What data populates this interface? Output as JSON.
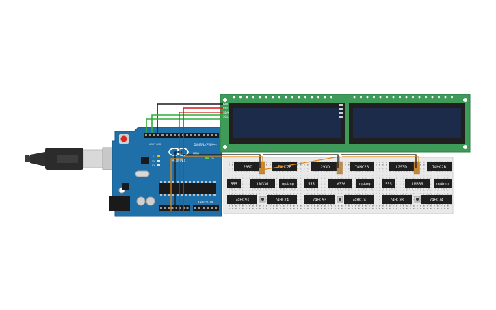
{
  "arduino": {
    "digital_label": "DIGITAL (PWM~)",
    "analog_label": "ANALOG IN",
    "brand": "ARDUINO",
    "model": "UNO",
    "tx_label": "TX",
    "rx_label": "RX",
    "aref_label": "AREF",
    "gnd_label": "GND",
    "on_label": "ON",
    "l_label": "L"
  },
  "lcd": {
    "pins": [
      "GND",
      "VCC",
      "SDA",
      "SCL"
    ]
  },
  "breadboard": {
    "units": [
      {
        "row1": [
          "L293D",
          "74HC2B"
        ],
        "row2": [
          "555",
          "LM336",
          "opAmp"
        ],
        "row3": [
          "74HC93",
          "74HC74"
        ]
      },
      {
        "row1": [
          "L293D",
          "74HC2B"
        ],
        "row2": [
          "555",
          "LM336",
          "opAmp"
        ],
        "row3": [
          "74HC93",
          "74HC74"
        ]
      },
      {
        "row1": [
          "L293D",
          "74HC2B"
        ],
        "row2": [
          "555",
          "LM336",
          "opAmp"
        ],
        "row3": [
          "74HC93",
          "74HC74"
        ]
      }
    ]
  },
  "colors": {
    "arduino_blue": "#1f6fa8",
    "lcd_green": "#3f9b5a",
    "lcd_screen": "#1c2b4a",
    "breadboard": "#e9e9e9",
    "wire_black": "#1a1a1a",
    "wire_red": "#d21f1f",
    "wire_green": "#2fae3a",
    "wire_orange": "#e08a1a"
  }
}
